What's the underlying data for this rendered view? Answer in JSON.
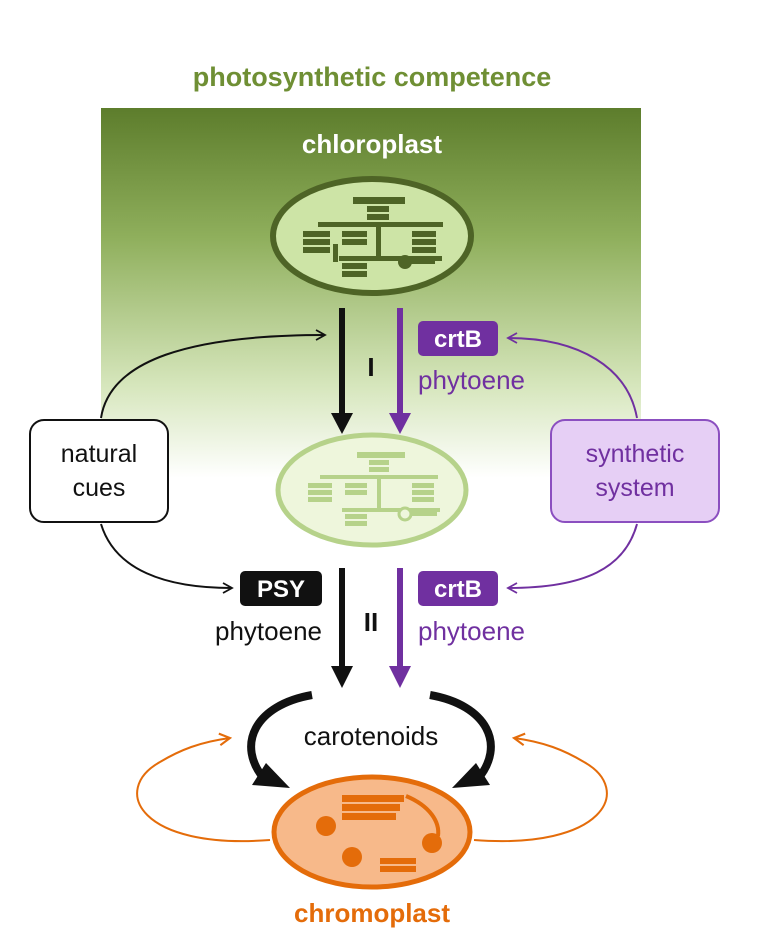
{
  "title": "photosynthetic competence",
  "chloroplast_label": "chloroplast",
  "chromoplast_label": "chromoplast",
  "natural_cues": {
    "line1": "natural",
    "line2": "cues"
  },
  "synthetic_system": {
    "line1": "synthetic",
    "line2": "system"
  },
  "stage_I": "I",
  "stage_II": "II",
  "crtB_top": {
    "badge": "crtB",
    "product": "phytoene"
  },
  "crtB_bottom": {
    "badge": "crtB",
    "product": "phytoene"
  },
  "psy": {
    "badge": "PSY",
    "product": "phytoene"
  },
  "carotenoids_label": "carotenoids",
  "colors": {
    "green_title": "#6f8f34",
    "green_dark": "#5c7a2a",
    "chloroplast_fill": "#cde4a6",
    "chloroplast_line": "#4e6426",
    "faded_fill": "#eef6dc",
    "faded_line": "#b6d28a",
    "purple": "#7030a0",
    "purple_box_fill": "#e6cff5",
    "purple_box_stroke": "#8b4fc0",
    "orange": "#e46c0a",
    "chromo_fill": "#f7b98a",
    "black": "#111111"
  }
}
